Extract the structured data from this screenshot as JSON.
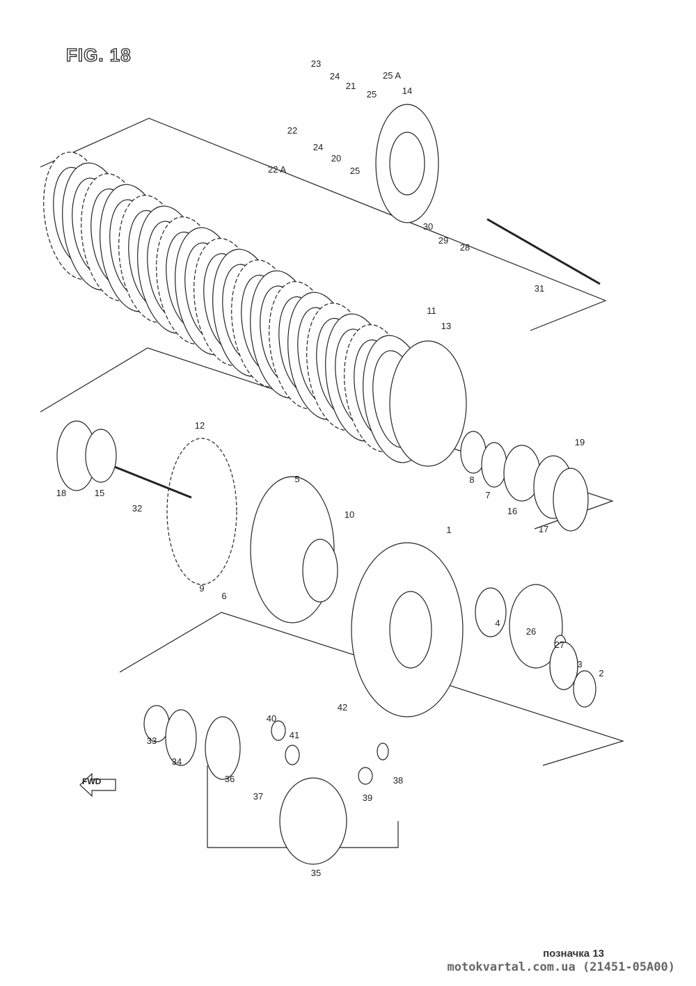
{
  "figure_title": "FIG. 18",
  "forward_arrow": "FWD",
  "caption": {
    "line1": "позначка 13",
    "line2": "motokvartal.com.ua (21451-05A00)"
  },
  "part_labels": [
    "23",
    "24",
    "21",
    "25 A",
    "25",
    "14",
    "22",
    "24",
    "20",
    "25",
    "22 A",
    "30",
    "29",
    "28",
    "31",
    "11",
    "13",
    "19",
    "12",
    "8",
    "7",
    "16",
    "17",
    "18",
    "15",
    "32",
    "5",
    "10",
    "1",
    "9",
    "6",
    "4",
    "26",
    "27",
    "3",
    "2",
    "33",
    "34",
    "40",
    "41",
    "42",
    "36",
    "37",
    "38",
    "39",
    "35"
  ]
}
